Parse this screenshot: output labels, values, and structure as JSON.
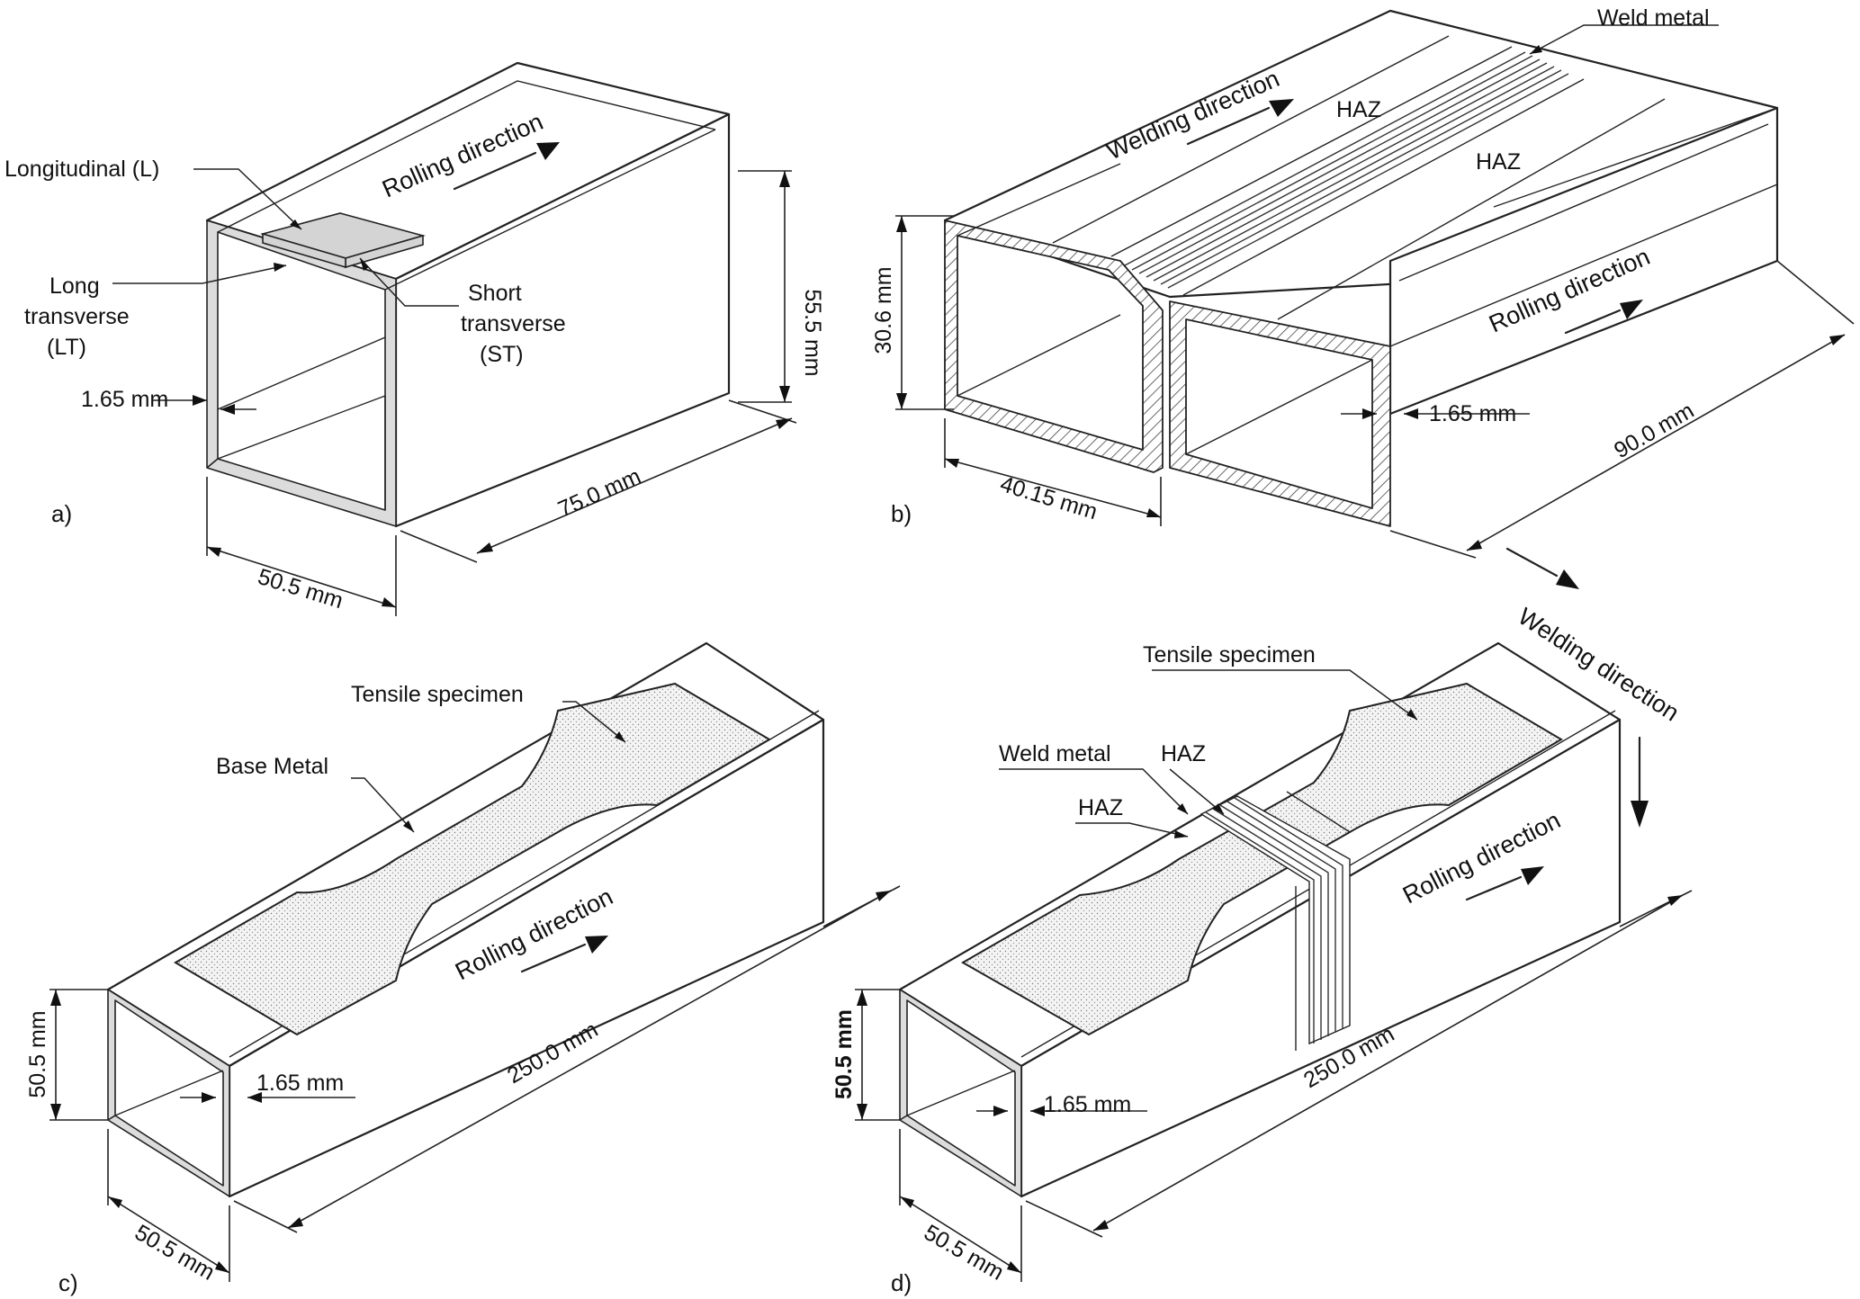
{
  "panels": {
    "a": {
      "panel_label": "a)",
      "longitudinal": "Longitudinal (L)",
      "long_transverse_1": "Long",
      "long_transverse_2": "transverse",
      "long_transverse_3": "(LT)",
      "short_transverse_1": "Short",
      "short_transverse_2": "transverse",
      "short_transverse_3": "(ST)",
      "rolling": "Rolling direction",
      "height": "55.5 mm",
      "thickness": "1.65 mm",
      "length": "75.0 mm",
      "width": "50.5 mm"
    },
    "b": {
      "panel_label": "b)",
      "weld_metal": "Weld metal",
      "welding": "Welding direction",
      "haz_1": "HAZ",
      "haz_2": "HAZ",
      "rolling": "Rolling direction",
      "height": "30.6 mm",
      "thickness": "1.65 mm",
      "width": "40.15 mm",
      "length": "90.0 mm"
    },
    "c": {
      "panel_label": "c)",
      "tensile": "Tensile specimen",
      "base_metal": "Base Metal",
      "rolling": "Rolling direction",
      "height": "50.5 mm",
      "thickness": "1.65 mm",
      "length": "250.0 mm",
      "width": "50.5 mm"
    },
    "d": {
      "panel_label": "d)",
      "tensile": "Tensile specimen",
      "welding": "Welding direction",
      "weld_metal": "Weld metal",
      "haz_1": "HAZ",
      "haz_2": "HAZ",
      "rolling": "Rolling direction",
      "height": "50.5 mm",
      "thickness": "1.65 mm",
      "length": "250.0 mm",
      "width": "50.5 mm"
    }
  }
}
